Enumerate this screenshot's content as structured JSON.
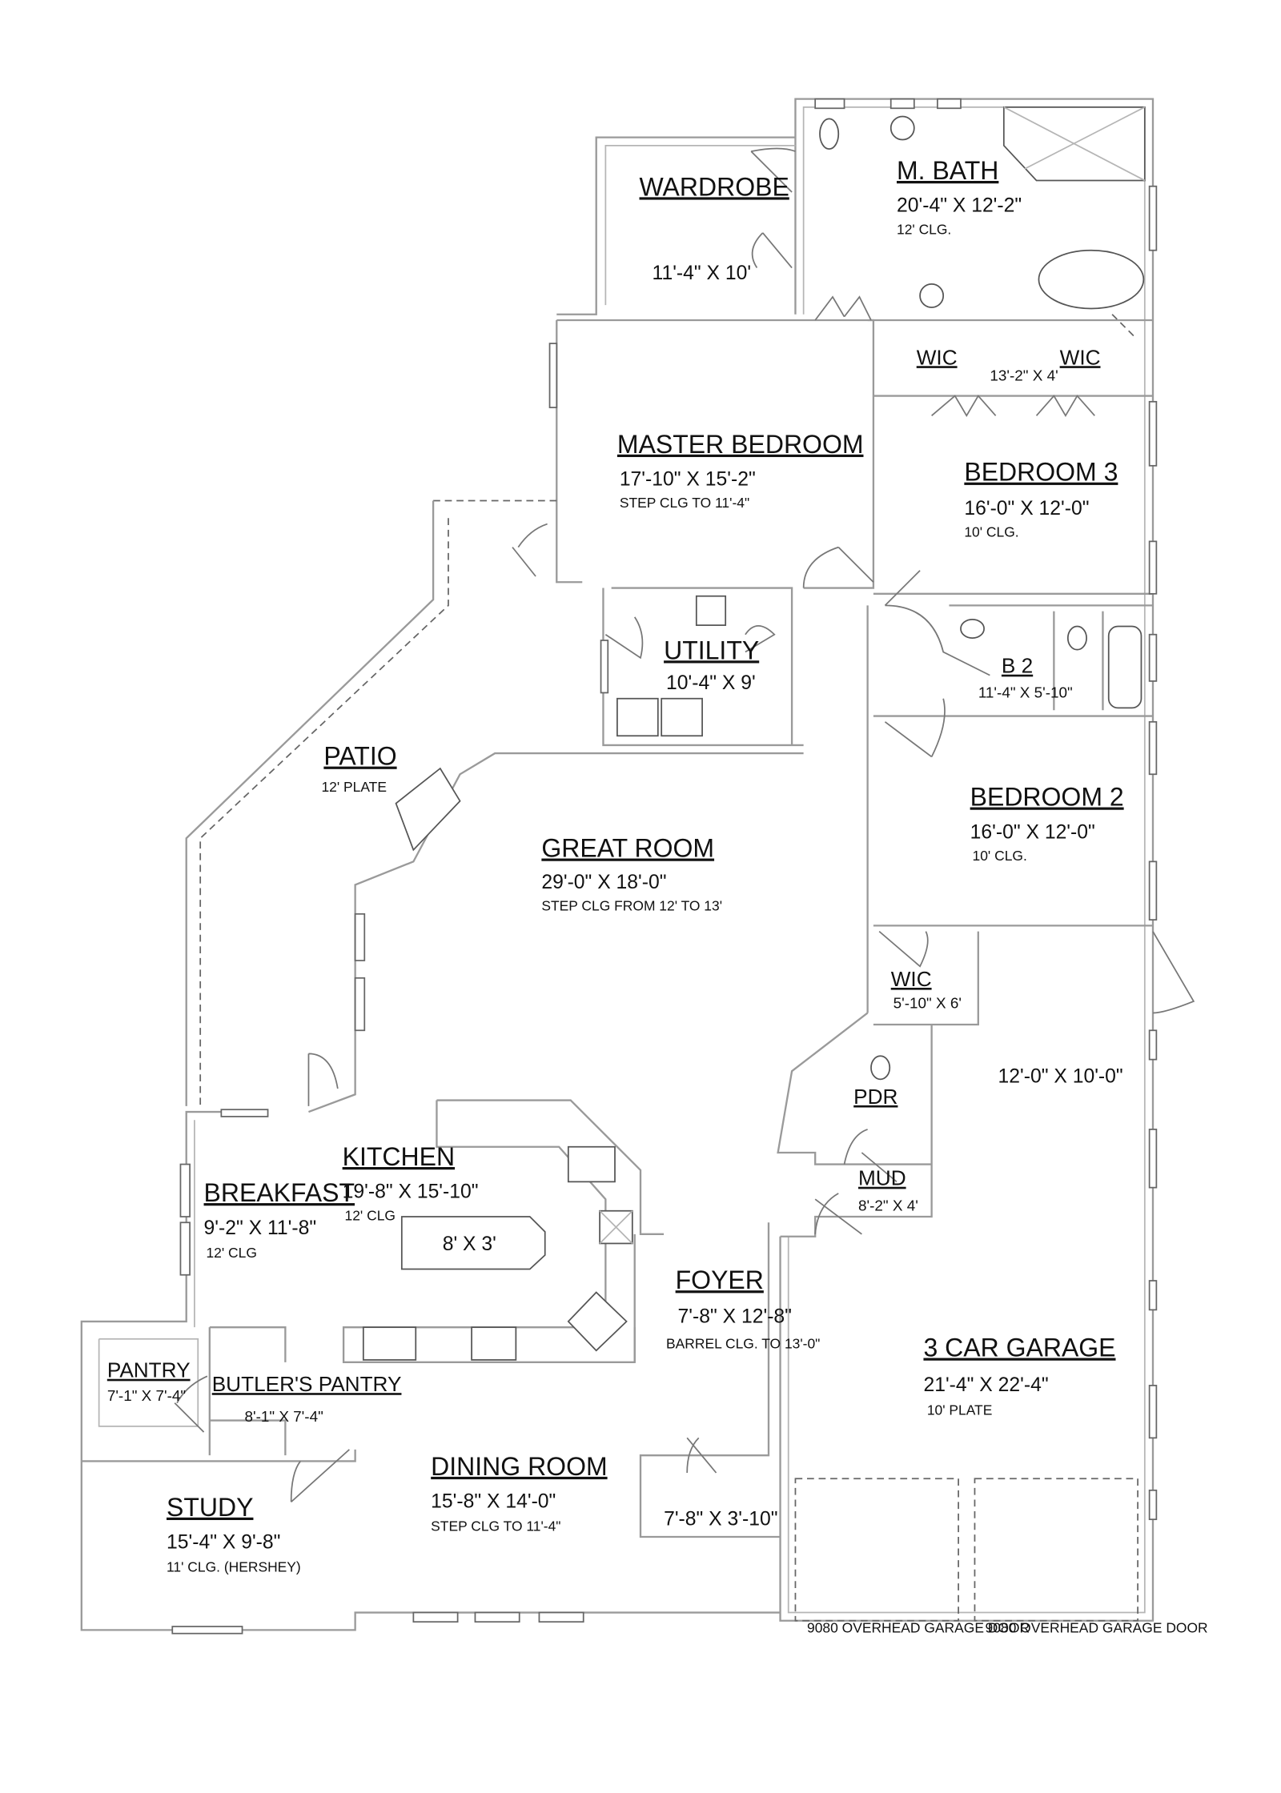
{
  "rooms": [
    {
      "name": "WARDROBE",
      "dims": "11'-4\" X 10'"
    },
    {
      "name": "M. BATH",
      "dims": "20'-4\" X 12'-2\"",
      "note": "12' CLG."
    },
    {
      "name": "WIC"
    },
    {
      "name": "WIC",
      "dims": "13'-2\" X 4'"
    },
    {
      "name": "MASTER BEDROOM",
      "dims": "17'-10\" X 15'-2\"",
      "note": "STEP CLG TO 11'-4\""
    },
    {
      "name": "BEDROOM 3",
      "dims": "16'-0\" X 12'-0\"",
      "note": "10' CLG."
    },
    {
      "name": "UTILITY",
      "dims": "10'-4\" X 9'"
    },
    {
      "name": "B 2",
      "dims": "11'-4\" X 5'-10\""
    },
    {
      "name": "PATIO",
      "note": "12' PLATE"
    },
    {
      "name": "GREAT ROOM",
      "dims": "29'-0\" X 18'-0\"",
      "note": "STEP CLG FROM 12' TO 13'"
    },
    {
      "name": "BEDROOM 2",
      "dims": "16'-0\" X 12'-0\"",
      "note": "10' CLG."
    },
    {
      "name": "WIC",
      "dims": "5'-10\" X 6'"
    },
    {
      "name": "PDR"
    },
    {
      "name": "MUD",
      "dims": "8'-2\" X 4'"
    },
    {
      "name": "KITCHEN",
      "dims": "19'-8\" X 15'-10\"",
      "note": "12' CLG"
    },
    {
      "name": "BREAKFAST",
      "dims": "9'-2\" X 11'-8\"",
      "note": "12' CLG"
    },
    {
      "name": "FOYER",
      "dims": "7'-8\" X 12'-8\"",
      "note": "BARREL CLG. TO 13'-0\""
    },
    {
      "name": "PANTRY",
      "dims": "7'-1\" X 7'-4\""
    },
    {
      "name": "BUTLER'S PANTRY",
      "dims": "8'-1\" X 7'-4\""
    },
    {
      "name": "DINING ROOM",
      "dims": "15'-8\" X 14'-0\"",
      "note": "STEP CLG TO 11'-4\""
    },
    {
      "name": "STUDY",
      "dims": "15'-4\" X 9'-8\"",
      "note": "11' CLG. (HERSHEY)"
    },
    {
      "name": "3 CAR GARAGE",
      "dims": "21'-4\" X 22'-4\"",
      "note": "10' PLATE"
    }
  ],
  "extra_labels": {
    "island": "8' X 3'",
    "entry_closet": "7'-8\" X 3'-10\"",
    "garage_bay": "12'-0\" X 10'-0\"",
    "garage_door_1": "9080 OVERHEAD GARAGE DOOR",
    "garage_door_2": "9080 OVERHEAD GARAGE DOOR"
  }
}
